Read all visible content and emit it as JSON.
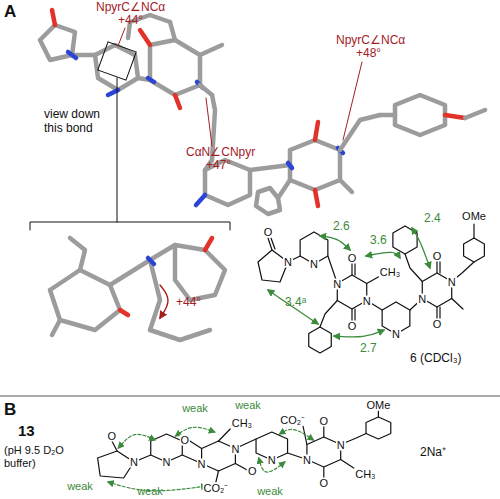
{
  "diagram": {
    "labels": [
      "A",
      "NpyrC∠NCα",
      "+44°",
      "NpyrC∠NCα",
      "+48°",
      "CαN∠CNpyr",
      "+47°",
      "view down this bond",
      "+44°",
      "2.6",
      "2.4",
      "3.4ᵃ",
      "3.6",
      "2.7",
      "6 (CDCl₃)",
      "B",
      "13",
      "(pH 9.5 D₂O buffer)",
      "weak",
      "weak",
      "weak",
      "weak",
      "weak",
      "2Na⁺",
      "O",
      "N",
      "N",
      "N",
      "N",
      "O",
      "O",
      "CH₃",
      "N",
      "N",
      "N",
      "O",
      "O",
      "OMe",
      "O",
      "N",
      "N",
      "N",
      "N",
      "O",
      "O",
      "CH₃",
      "CO₂⁻",
      "N",
      "N",
      "N",
      "O",
      "O",
      "CO₂⁻",
      "CH₃",
      "OMe"
    ]
  }
}
